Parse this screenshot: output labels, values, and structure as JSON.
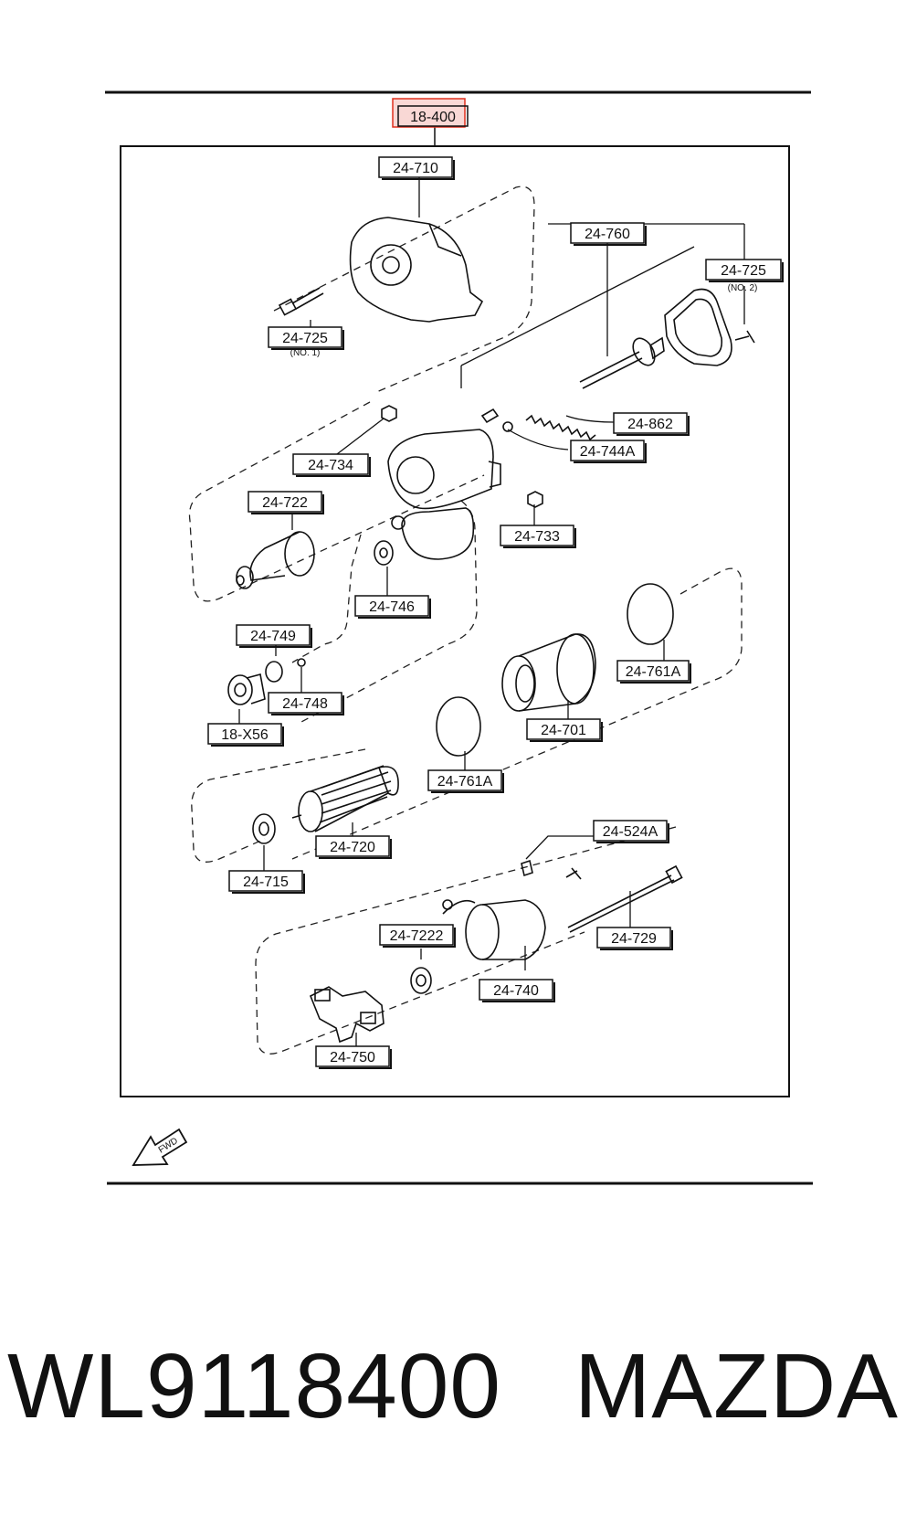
{
  "diagram": {
    "highlight_color": "#e0301e",
    "assembly_label": "18-400",
    "parts": [
      {
        "label": "24-710"
      },
      {
        "label": "24-725",
        "sub": "(NO. 1)"
      },
      {
        "label": "24-760"
      },
      {
        "label": "24-725",
        "sub": "(NO. 2)"
      },
      {
        "label": "24-862"
      },
      {
        "label": "24-744A"
      },
      {
        "label": "24-734"
      },
      {
        "label": "24-722"
      },
      {
        "label": "24-733"
      },
      {
        "label": "24-746"
      },
      {
        "label": "24-749"
      },
      {
        "label": "24-748"
      },
      {
        "label": "18-X56"
      },
      {
        "label": "24-761A"
      },
      {
        "label": "24-701"
      },
      {
        "label": "24-761A"
      },
      {
        "label": "24-720"
      },
      {
        "label": "24-715"
      },
      {
        "label": "24-524A"
      },
      {
        "label": "24-729"
      },
      {
        "label": "24-7222"
      },
      {
        "label": "24-740"
      },
      {
        "label": "24-750"
      }
    ],
    "fwd_icon": "forward-arrow-icon",
    "fwd_text": "FWD"
  },
  "footer": {
    "part_number": "WL9118400",
    "brand": "MAZDA"
  }
}
